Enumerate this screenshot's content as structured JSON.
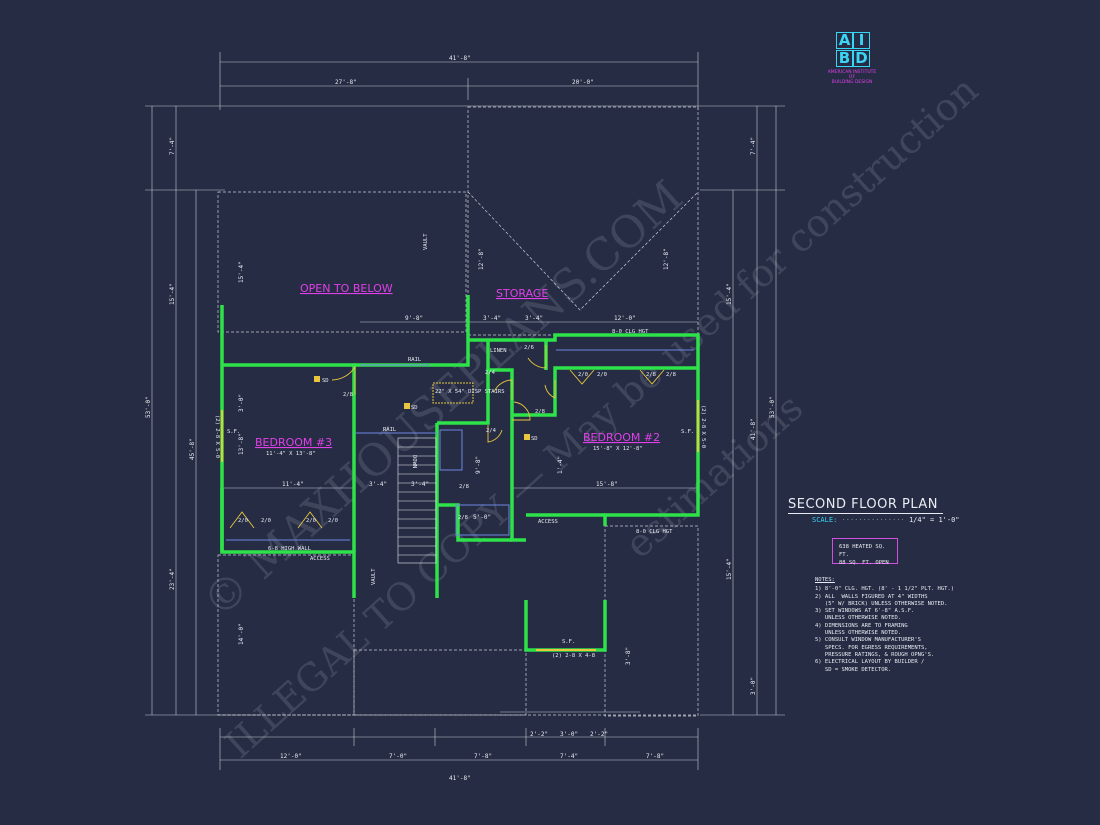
{
  "logo": {
    "letters": [
      "A",
      "I",
      "B",
      "D"
    ],
    "caption_lines": [
      "AMERICAN INSTITUTE",
      "OF",
      "BUILDING DESIGN"
    ],
    "brand_color": "#3ad4f5",
    "accent_color": "#e040e8"
  },
  "plan": {
    "title": "SECOND FLOOR PLAN",
    "scale_label": "SCALE:",
    "scale_value": "1/4\" = 1'-0\"",
    "area": {
      "heated": "638 HEATED SQ. FT.",
      "open": "88 SQ. FT. OPEN"
    },
    "rooms": {
      "open_to_below": "OPEN TO BELOW",
      "storage": "STORAGE",
      "bedroom3": {
        "name": "BEDROOM #3",
        "size": "11'-4\" X 13'-8\""
      },
      "bedroom2": {
        "name": "BEDROOM #2",
        "size": "15'-8\" X 12'-8\""
      }
    },
    "labels": {
      "linen": "LINEN",
      "disp_stairs": "22\" X 54\" DISP STAIRS",
      "sd": "SD",
      "rail1": "RAIL",
      "rail2": "RAIL",
      "down": "DOWN",
      "vault1": "VAULT",
      "vault2": "VAULT",
      "high_wall": "6-8 HIGH WALL",
      "access1": "ACCESS",
      "access2": "ACCESS",
      "clg_8_0": "8-0 CLG HGT",
      "clg_8_0b": "8-0 CLG HGT",
      "win_left": "(2) 2-8 X 5-0",
      "win_right": "(2) 2-8 X 5-0",
      "win_bottom": "(2) 2-8 X 4-8",
      "sf": "S.F."
    },
    "dims_top": {
      "overall": "41'-8\"",
      "left": "27'-8\"",
      "right": "20'-0\""
    },
    "dims_bottom": {
      "overall": "41'-8\"",
      "a": "12'-0\"",
      "b": "7'-0\"",
      "c": "7'-8\"",
      "d": "7'-4\"",
      "e": "7'-8\"",
      "f": "2'-2\"",
      "g": "3'-0\"",
      "h": "2'-2\""
    },
    "dims_left": {
      "overall": "53'-0\"",
      "a": "7'-4\"",
      "b": "15'-4\"",
      "c": "45'-8\"",
      "d": "23'-4\"",
      "e": "14'-0\"",
      "f": "13'-8\"",
      "g": "3'-0\"",
      "h": "0\""
    },
    "dims_right": {
      "overall": "53'-0\"",
      "a": "7'-4\"",
      "b": "15'-4\"",
      "c": "41'-8\"",
      "d": "15'-4\"",
      "e": "12'-8\"",
      "f": "3'-0\"",
      "g": "0\"",
      "h": "3'-8\""
    },
    "dims_inner": {
      "a": "9'-8\"",
      "b": "3'-4\"",
      "c": "3'-4\"",
      "d": "12'-0\"",
      "e": "11'-4\"",
      "f": "3'-4\"",
      "g": "3'-4\"",
      "h": "15'-8\"",
      "i": "5'-0\"",
      "j": "8'",
      "k": "1'-4\"",
      "l": "9'-8\"",
      "m": "12'-8\"",
      "n": "12'-8\"",
      "o": "15'-8\""
    },
    "doors": [
      "2/8",
      "2/6",
      "2/4",
      "2/8",
      "2/4",
      "2/8",
      "2/8",
      "2/8",
      "2/8",
      "2/0",
      "2/0",
      "2/0",
      "2/0",
      "2/0",
      "2/0"
    ]
  },
  "notes": {
    "title": "NOTES:",
    "items": [
      "1) 8'-0\" CLG. HGT. (8' - 1 1/2\" PLT. HGT.)",
      "2) ALL  WALLS FIGURED AT 4\" WIDTHS",
      "   (5\" W/ BRICK) UNLESS OTHERWISE NOTED.",
      "3) SET WINDOWS AT 6'-8\" A.S.F.",
      "   UNLESS OTHERWISE NOTED.",
      "4) DIMENSIONS ARE TO FRAMING",
      "   UNLESS OTHERWISE NOTED.",
      "5) CONSULT WINDOW MANUFACTURER'S",
      "   SPECS. FOR EGRESS REQUIREMENTS,",
      "   PRESSURE RATINGS, & ROUGH OPNG'S.",
      "6) ELECTRICAL LAYOUT BY BUILDER /",
      "   SD = SMOKE DETECTOR."
    ]
  },
  "watermark": {
    "line1": "© MAXHOUSEPLANS.COM",
    "line2": "ILLEGAL TO COPY — May be used for construction",
    "line3": "estimations"
  }
}
